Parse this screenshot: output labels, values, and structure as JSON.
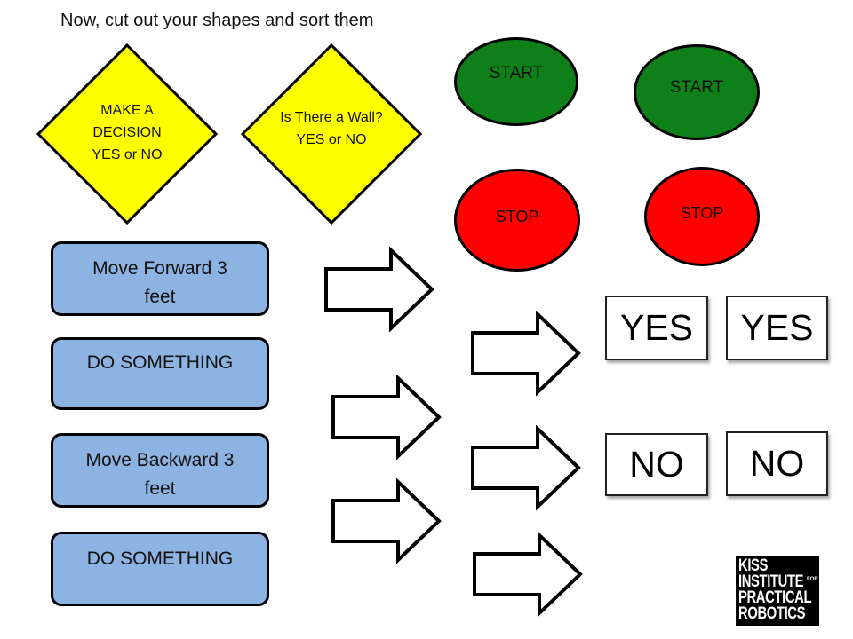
{
  "title": "Now, cut out your shapes and sort them",
  "diamonds": [
    {
      "lines": [
        "MAKE A",
        "DECISION",
        "YES or NO"
      ]
    },
    {
      "lines": [
        "Is There a Wall?",
        "YES or NO"
      ]
    }
  ],
  "start_ovals": [
    "START",
    "START"
  ],
  "stop_ovals": [
    "STOP",
    "STOP"
  ],
  "process_rects": [
    {
      "lines": [
        "Move Forward 3",
        "feet"
      ]
    },
    {
      "lines": [
        "DO SOMETHING"
      ]
    },
    {
      "lines": [
        "Move Backward 3",
        "feet"
      ]
    },
    {
      "lines": [
        "DO SOMETHING"
      ]
    }
  ],
  "yes_boxes": [
    "YES",
    "YES"
  ],
  "no_boxes": [
    "NO",
    "NO"
  ],
  "logo": {
    "lines": [
      "KISS",
      "INSTITUTE",
      "PRACTICAL",
      "ROBOTICS"
    ],
    "for": "FOR"
  },
  "colors": {
    "diamond_fill": "#ffff00",
    "start_fill": "#0f8019",
    "stop_fill": "#ff0000",
    "process_fill": "#8db3e2",
    "arrow_fill": "#ffffff",
    "outline": "#000000"
  },
  "icons": {
    "arrow_shape": "right-block-arrow-icon",
    "logo": "kiss-institute-logo"
  }
}
